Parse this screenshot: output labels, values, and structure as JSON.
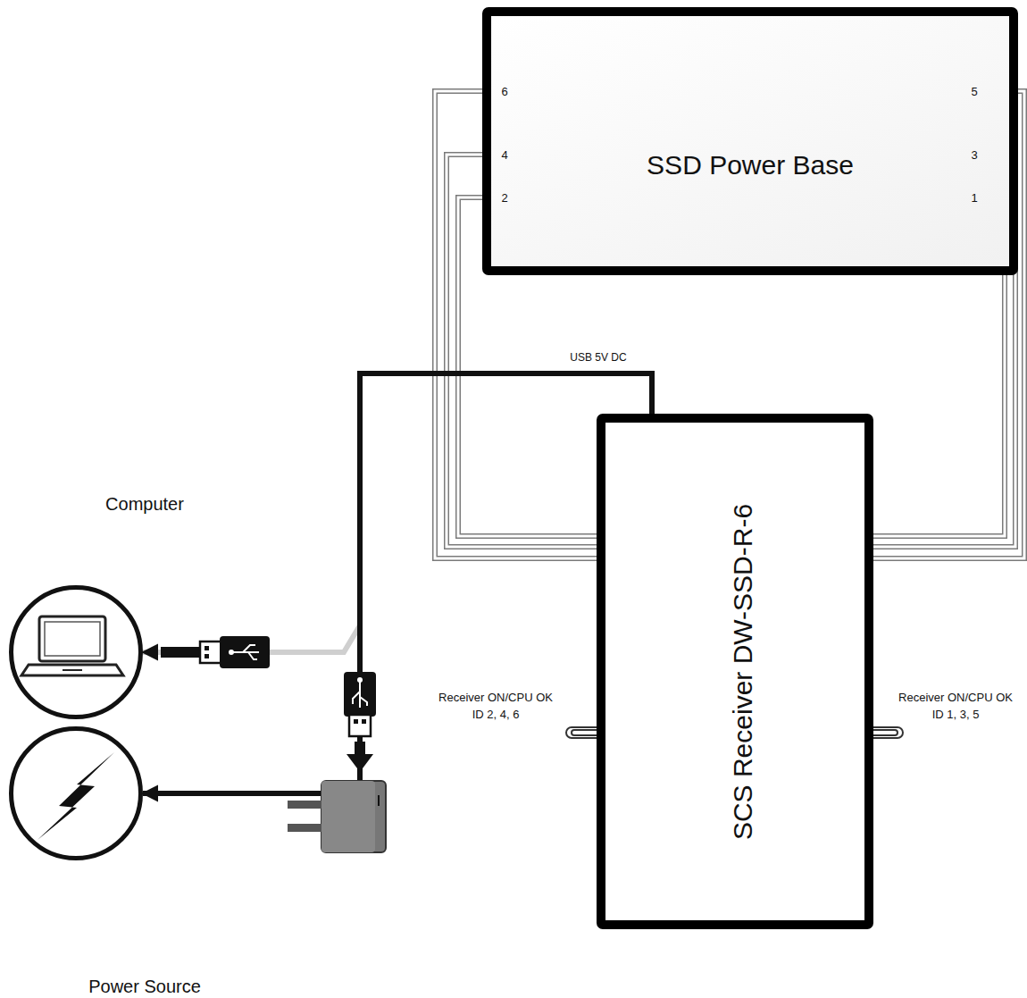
{
  "diagram": {
    "nodes": [
      {
        "text": [
          "SSD Power Base"
        ]
      },
      {
        "text": [
          "SCS Receiver DW-SSD-R-6"
        ]
      },
      {
        "text": [
          "Computer"
        ]
      },
      {
        "text": [
          "Power Source"
        ]
      }
    ],
    "edges": [
      {
        "from": 0,
        "to": 1,
        "arrow": "none"
      },
      {
        "from": 0,
        "to": 1,
        "arrow": "none"
      },
      {
        "from": 0,
        "to": 1,
        "arrow": "none"
      },
      {
        "from": 0,
        "to": 1,
        "arrow": "none"
      },
      {
        "from": 0,
        "to": 1,
        "arrow": "none"
      },
      {
        "from": 0,
        "to": 1,
        "arrow": "none"
      },
      {
        "from": 1,
        "to": 3,
        "label": "USB 5V DC",
        "arrow": "to"
      },
      {
        "from": 1,
        "to": 2,
        "arrow": "to"
      }
    ],
    "labels": [
      "6",
      "4",
      "2",
      "5",
      "3",
      "1",
      "Receiver ON/CPU OK",
      "ID 2, 4, 6",
      "Receiver ON/CPU OK",
      "ID 1, 3, 5"
    ]
  }
}
